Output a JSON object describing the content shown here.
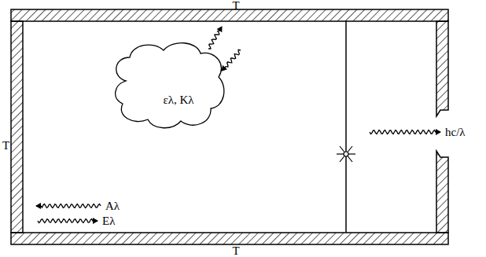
{
  "diagram": {
    "nodes": [
      {
        "text": [
          "ελ, Kλ"
        ]
      }
    ],
    "labels": [
      "T",
      "T",
      "T",
      "Aλ",
      "Eλ",
      "hc/λ"
    ]
  }
}
